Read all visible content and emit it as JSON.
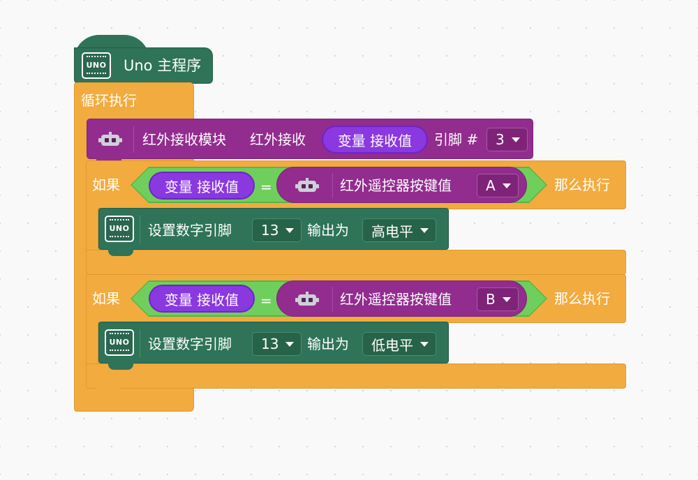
{
  "hat": {
    "icon": "uno-board-icon",
    "board_label": "UNO",
    "title": "Uno 主程序"
  },
  "loop": {
    "label": "循环执行"
  },
  "ir_block": {
    "icon": "robot-icon",
    "module_label": "红外接收模块",
    "action_label": "红外接收",
    "variable": "变量 接收值",
    "pin_label": "引脚 #",
    "pin_value": "3"
  },
  "if_blocks": [
    {
      "if_label": "如果",
      "variable": "变量 接收值",
      "operator": "=",
      "remote_label": "红外遥控器按键值",
      "key_value": "A",
      "then_label": "那么执行",
      "action": {
        "label": "设置数字引脚",
        "pin": "13",
        "output_label": "输出为",
        "level": "高电平"
      }
    },
    {
      "if_label": "如果",
      "variable": "变量 接收值",
      "operator": "=",
      "remote_label": "红外遥控器按键值",
      "key_value": "B",
      "then_label": "那么执行",
      "action": {
        "label": "设置数字引脚",
        "pin": "13",
        "output_label": "输出为",
        "level": "低电平"
      }
    }
  ],
  "colors": {
    "control": "#f2ab3e",
    "ir": "#922c8f",
    "operator": "#59b348",
    "variable": "#8a38e0",
    "board": "#2f7359"
  }
}
